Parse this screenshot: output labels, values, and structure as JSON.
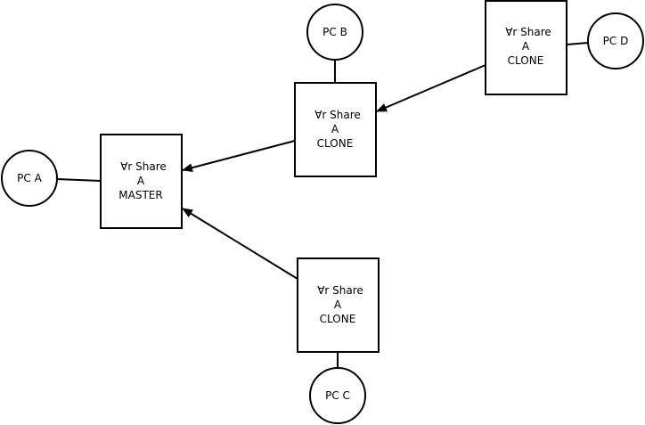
{
  "pcs": {
    "a": "PC A",
    "b": "PC B",
    "c": "PC C",
    "d": "PC D"
  },
  "shares": {
    "master": {
      "line1": "Ɐr Share",
      "line2": "A",
      "line3": "MASTER"
    },
    "clone_b": {
      "line1": "Ɐr Share",
      "line2": "A",
      "line3": "CLONE"
    },
    "clone_c": {
      "line1": "Ɐr Share",
      "line2": "A",
      "line3": "CLONE"
    },
    "clone_d": {
      "line1": "Ɐr Share",
      "line2": "A",
      "line3": "CLONE"
    }
  }
}
